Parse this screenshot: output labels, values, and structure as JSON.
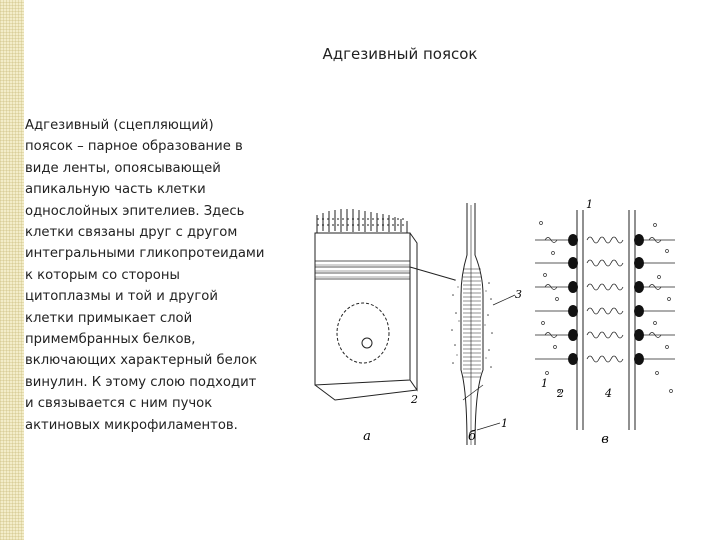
{
  "slide": {
    "title": "Адгезивный поясок",
    "body": "Адгезивный (сцепляющий)\nпоясок – парное образование в\nвиде ленты, опоясывающей\nапикальную часть клетки\nоднослойных эпителиев. Здесь\nклетки связаны друг с другом\nинтегральными гликопротеидами\nк которым со стороны\nцитоплазмы и той и другой\nклетки примыкает слой\nпримембранных белков,\nвключающих характерный белок\nвинулин. К этому слою подходит\nи связывается с ним пучок\nактиновых микрофиламентов."
  },
  "figure": {
    "panel_labels": [
      "а",
      "б",
      "в"
    ],
    "numbers": {
      "b_2": "2",
      "b_1": "1",
      "b_3": "3",
      "v_1_top": "1",
      "v_1_bottom": "1",
      "v_2": "2",
      "v_4": "4"
    }
  },
  "colors": {
    "side_strip": "#f3edc9",
    "ink": "#222222"
  }
}
